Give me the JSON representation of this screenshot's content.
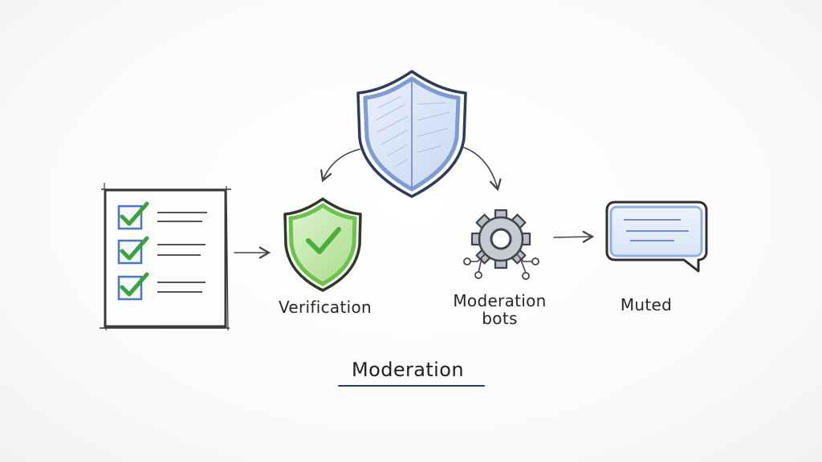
{
  "diagram": {
    "nodes": {
      "verification": {
        "label": "Verification"
      },
      "moderation_bots": {
        "label_line1": "Moderation",
        "label_line2": "bots"
      },
      "muted": {
        "label": "Muted"
      }
    },
    "caption": "Moderation",
    "colors": {
      "shield_blue": "#7d9bd4",
      "shield_green": "#6cc24a",
      "check_green": "#4caf3a",
      "gear_gray": "#8a8f99",
      "bubble_blue": "#8fb0e6",
      "ink": "#333333"
    },
    "icons": {
      "top": "shield-icon",
      "checklist": "checklist-icon",
      "verification": "check-shield-icon",
      "bots": "gear-icon",
      "muted": "speech-bubble-icon"
    }
  }
}
